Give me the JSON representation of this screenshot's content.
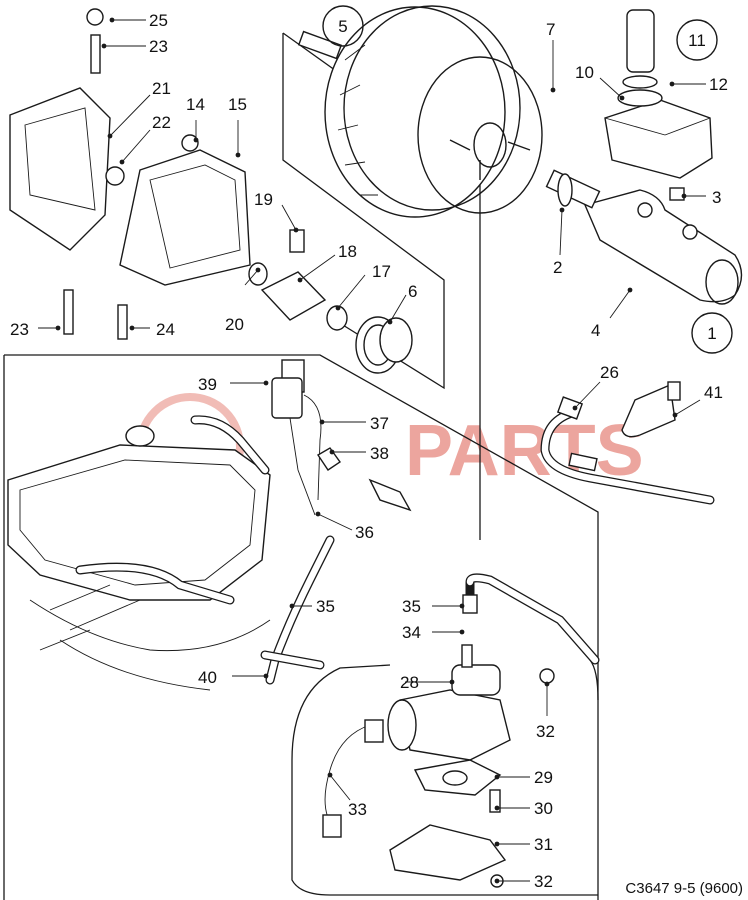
{
  "diagram_code": "C3647 9-5 (9600)",
  "watermark": "PARTS",
  "labels": {
    "l1": "1",
    "l2": "2",
    "l3": "3",
    "l4": "4",
    "l5": "5",
    "l6": "6",
    "l7": "7",
    "l10": "10",
    "l11": "11",
    "l12": "12",
    "l14": "14",
    "l15": "15",
    "l17": "17",
    "l18": "18",
    "l19": "19",
    "l20": "20",
    "l21": "21",
    "l22": "22",
    "l23a": "23",
    "l23b": "23",
    "l24": "24",
    "l25": "25",
    "l26": "26",
    "l28": "28",
    "l29": "29",
    "l30": "30",
    "l31": "31",
    "l32a": "32",
    "l32b": "32",
    "l33": "33",
    "l34": "34",
    "l35a": "35",
    "l35b": "35",
    "l36": "36",
    "l37": "37",
    "l38": "38",
    "l39": "39",
    "l40": "40",
    "l41": "41"
  },
  "colors": {
    "line": "#1a1a1a",
    "watermark": "#e06a5e",
    "background": "#ffffff"
  }
}
